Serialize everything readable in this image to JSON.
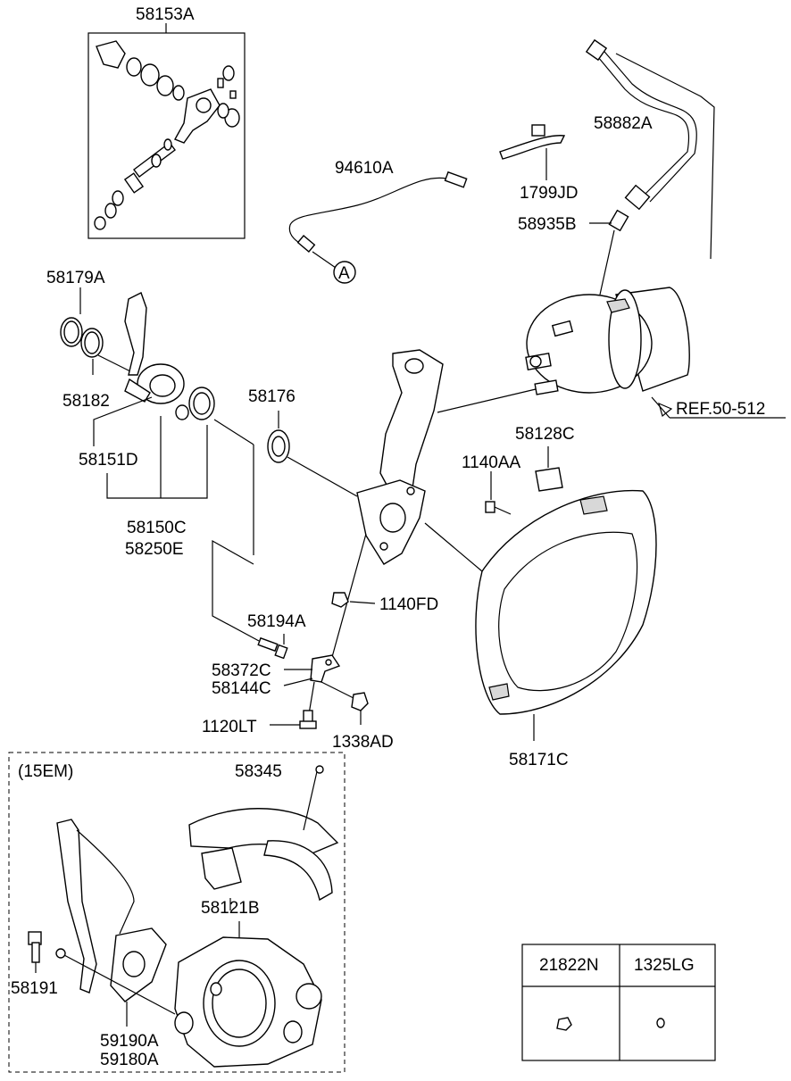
{
  "labels": {
    "p58153A": "58153A",
    "p94610A": "94610A",
    "p58882A": "58882A",
    "p1799JD": "1799JD",
    "p58935B": "58935B",
    "p58179A": "58179A",
    "pA": "A",
    "p58182": "58182",
    "p58176": "58176",
    "pREF": "REF.50-512",
    "p58128C": "58128C",
    "p58151D": "58151D",
    "p1140AA": "1140AA",
    "p58150C": "58150C",
    "p58250E": "58250E",
    "p1140FD": "1140FD",
    "p58194A": "58194A",
    "p58372C": "58372C",
    "p58144C": "58144C",
    "p1120LT": "1120LT",
    "p1338AD": "1338AD",
    "p58171C": "58171C",
    "p15EM": "(15EM)",
    "p58345": "58345",
    "p58121B": "58121B",
    "p58191": "58191",
    "p59190A": "59190A",
    "p59180A": "59180A"
  },
  "legend_table": {
    "headers": [
      "21822N",
      "1325LG"
    ]
  }
}
